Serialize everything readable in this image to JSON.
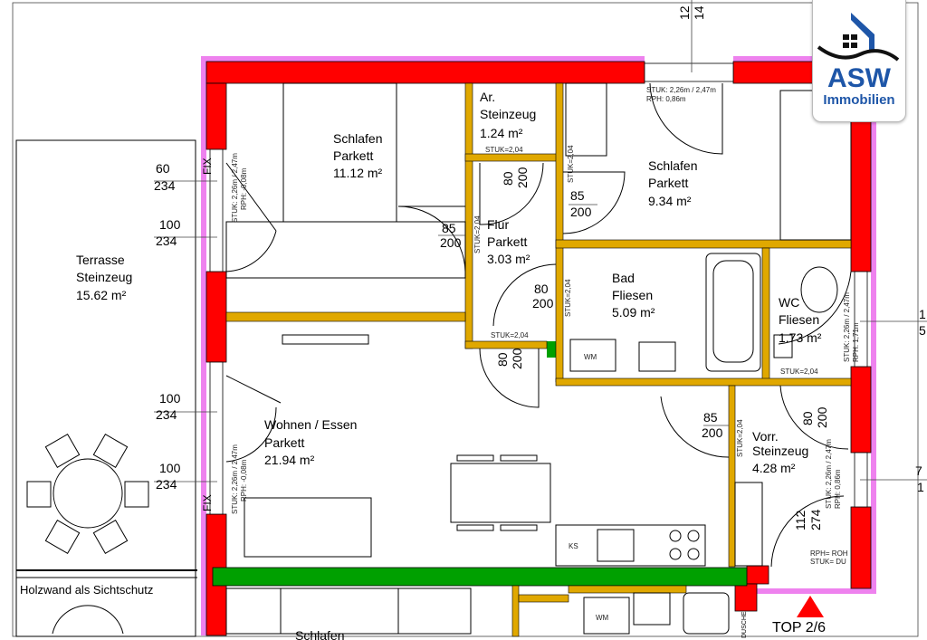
{
  "colors": {
    "exterior_wall": "#ff0000",
    "insulation": "#ee82ee",
    "interior_wall": "#e0a800",
    "new_wall": "#00a000",
    "logo": "#1e56a8",
    "marker": "#ff0000"
  },
  "logo": {
    "name": "ASW",
    "subtitle": "Immobilien",
    "icon": "house-wave-icon"
  },
  "rooms": [
    {
      "name": "Schlafen",
      "floor": "Parkett",
      "area": "11.12 m²"
    },
    {
      "name": "Ar.",
      "floor": "Steinzeug",
      "area": "1.24 m²"
    },
    {
      "name": "Schlafen",
      "floor": "Parkett",
      "area": "9.34 m²"
    },
    {
      "name": "Flur",
      "floor": "Parkett",
      "area": "3.03 m²"
    },
    {
      "name": "Bad",
      "floor": "Fliesen",
      "area": "5.09 m²"
    },
    {
      "name": "WC",
      "floor": "Fliesen",
      "area": "1.73 m²"
    },
    {
      "name": "Wohnen / Essen",
      "floor": "Parkett",
      "area": "21.94 m²"
    },
    {
      "name": "Vorr.",
      "floor": "Steinzeug",
      "area": "4.28 m²"
    },
    {
      "name": "Terrasse",
      "floor": "Steinzeug",
      "area": "15.62 m²"
    }
  ],
  "labels": {
    "privacy_wall": "Holzwand als Sichtschutz",
    "bottom_room": "Schlafen",
    "unit": "TOP 2/6",
    "fix": "FIX",
    "wm": "WM",
    "ks": "KS",
    "dusche": "DUSCHE",
    "rph_roh": "RPH= ROH",
    "stuk_du": "STUK= DU"
  },
  "dimensions": {
    "win1": [
      "60",
      "234"
    ],
    "win2": [
      "100",
      "234"
    ],
    "win3": [
      "100",
      "234"
    ],
    "win4": [
      "100",
      "234"
    ],
    "door_schlafen": [
      "85",
      "200"
    ],
    "door_schlafen2": [
      "85",
      "200"
    ],
    "door_ar": [
      "80",
      "200"
    ],
    "door_bad": [
      "80",
      "200"
    ],
    "door_flur": [
      "80",
      "200"
    ],
    "door_vorr": [
      "85",
      "200"
    ],
    "door_wc": [
      "80",
      "200"
    ],
    "door_entry": [
      "112",
      "274"
    ],
    "top_window": [
      "12",
      "14"
    ],
    "right1": [
      "1",
      "5"
    ],
    "right2": [
      "7",
      "1"
    ]
  },
  "annotations": {
    "stuk_window": "STUK: 2,26m / 2,47m",
    "rph_086": "RPH: 0,86m",
    "rph_neg": "RPH: -0,08m",
    "rph_171": "RPH: 1,71m",
    "stuk_204": "STUK=2,04"
  }
}
